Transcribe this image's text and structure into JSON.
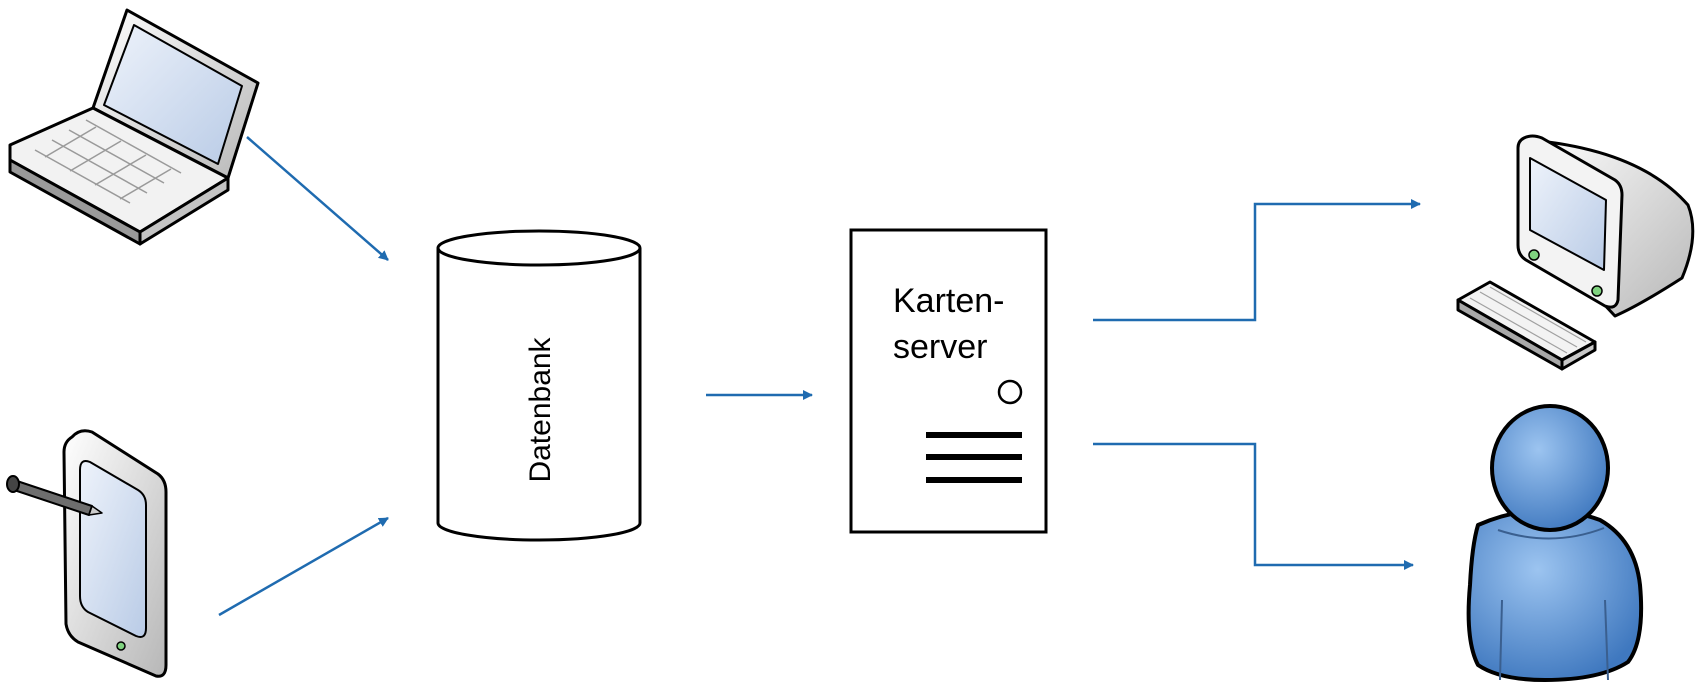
{
  "nodes": {
    "database": {
      "label": "Datenbank"
    },
    "map_server": {
      "label_line1": "Karten-",
      "label_line2": "server"
    },
    "laptop": {
      "icon": "laptop-icon"
    },
    "tablet": {
      "icon": "tablet-pen-icon"
    },
    "desktop": {
      "icon": "desktop-computer-icon"
    },
    "user": {
      "icon": "user-person-icon"
    }
  },
  "colors": {
    "arrow": "#1f6bb0",
    "outline": "#000000",
    "screen": "#cfdcf0",
    "user_fill": "#5b93d3"
  }
}
